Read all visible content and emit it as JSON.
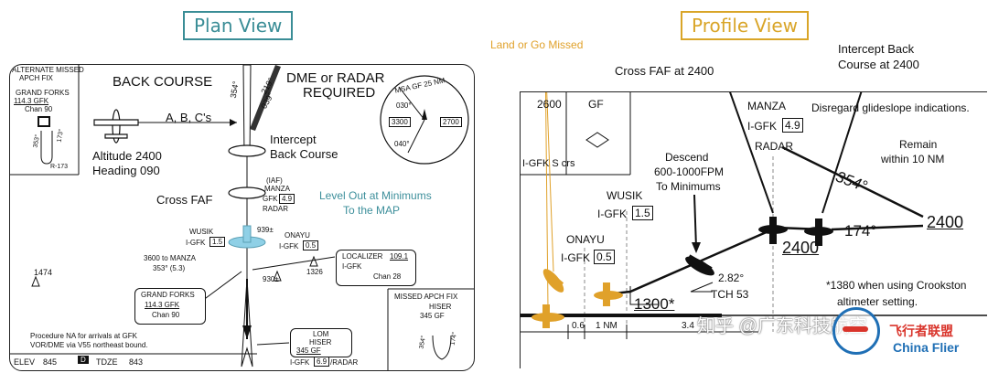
{
  "plan": {
    "title": "Plan View",
    "alt_missed": [
      "ALTERNATE MISSED",
      "APCH FIX"
    ],
    "grand_forks_tl": "GRAND FORKS",
    "gfk_tl": "114.3 GFK",
    "chan_tl": "Chan 90",
    "r353": "353°",
    "r173": "173°",
    "r173b": "R-173",
    "back_course": "BACK COURSE",
    "abc": "A, B, C's",
    "altitude": "Altitude 2400",
    "heading": "Heading 090",
    "dme_radar": [
      "DME or RADAR",
      "REQUIRED"
    ],
    "crs354": "354°",
    "crs039": "039°",
    "crs219": "219°",
    "msa": "MSA GF 25 NM",
    "msa_3300": "3300",
    "msa_2700": "2700",
    "msa_030": "030°",
    "msa_040": "040°",
    "intercept": [
      "Intercept",
      "Back Course"
    ],
    "iaf": "(IAF)",
    "manza": "MANZA",
    "manza_gfk": "GFK",
    "manza_dist": "4.9",
    "radar": "RADAR",
    "cross_faf": "Cross FAF",
    "level_out": [
      "Level Out at Minimums",
      "To the MAP"
    ],
    "wusik": "WUSIK",
    "wusik_igfk": "I-GFK",
    "wusik_dist": "1.5",
    "onayu": "ONAYU",
    "onayu_igfk": "I-GFK",
    "onayu_dist": "0.5",
    "elev939": "939±",
    "to_manza": [
      "3600 to MANZA",
      "353° (5.3)"
    ],
    "loc_label": "LOCALIZER",
    "loc_freq": "109.1",
    "loc_id": "I-GFK",
    "loc_chan": "Chan 28",
    "elev1474": "1474",
    "elev930": "930±",
    "elev1326": "1326",
    "gf_box": [
      "GRAND FORKS",
      "114.3 GFK",
      "Chan 90"
    ],
    "missed_fix": "MISSED APCH FIX",
    "hiser_r": "HISER",
    "hiser_345": "345 GF",
    "mr354": "354°",
    "mr174": "174°",
    "note": [
      "Procedure NA for arrivals at GFK",
      "VOR/DME via V55 northeast bound."
    ],
    "lom": "LOM",
    "hiser": "HISER",
    "lom_freq": "345 GF",
    "lom_igfk": "I-GFK",
    "lom_dist": "6.9",
    "lom_radar": "/RADAR",
    "elev_label": "ELEV",
    "elev_val": "845",
    "d_icon": "D",
    "tdze_label": "TDZE",
    "tdze_val": "843"
  },
  "profile": {
    "title": "Profile View",
    "land_or_go": "Land or Go Missed",
    "cross_faf": "Cross FAF at 2400",
    "intercept": [
      "Intercept Back",
      "Course at 2400"
    ],
    "ann2600": "2600",
    "ann_gf": "GF",
    "ann_igfk": "I-GFK S crs",
    "manza": "MANZA",
    "manza_igfk": "I-GFK",
    "manza_dist": "4.9",
    "radar": "RADAR",
    "disregard": "Disregard glideslope indications.",
    "descend": [
      "Descend",
      "600-1000FPM",
      "To Minimums"
    ],
    "remain": [
      "Remain",
      "within 10 NM"
    ],
    "wusik": "WUSIK",
    "wusik_igfk": "I-GFK",
    "wusik_dist": "1.5",
    "onayu": "ONAYU",
    "onayu_igfk": "I-GFK",
    "onayu_dist": "0.5",
    "crs354": "354°",
    "crs174": "174°",
    "alt2400a": "2400",
    "alt2400b": "2400",
    "angle": "2.82°",
    "tch": "TCH 53",
    "alt1300": "1300*",
    "crookston": [
      "*1380 when using Crookston",
      "altimeter setting."
    ],
    "d06": "0.6",
    "d1nm": "1 NM",
    "d34": "3.4"
  },
  "watermark": {
    "zhihu": "知乎 @广东科技航空",
    "brand": "飞行者联盟",
    "brand_en": "China Flier"
  },
  "colors": {
    "plan_title": "#3a8d96",
    "profile_title": "#d9a528",
    "teal_note": "#3d8f9b",
    "gold": "#e0a12a",
    "light_blue": "#8fd0e6"
  }
}
